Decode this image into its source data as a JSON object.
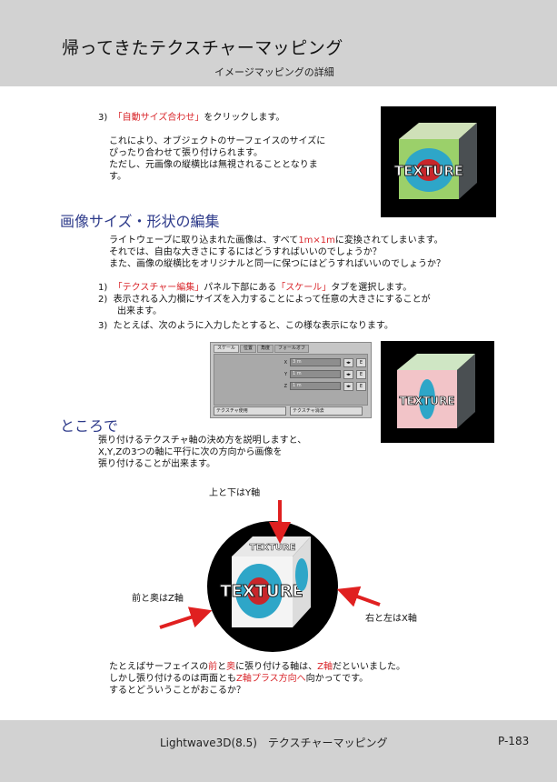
{
  "header": {
    "title": "帰ってきたテクスチャーマッピング",
    "subtitle": "イメージマッピングの詳細"
  },
  "section1": {
    "step3_num": "3)",
    "step3_red": "「自動サイズ合わせ」",
    "step3_rest": "をクリックします。",
    "para": [
      "これにより、オブジェクトのサーフェイスのサイズに",
      "ぴったり合わせて張り付けられます。",
      "ただし、元画像の縦横比は無視されることとなりま",
      "す。"
    ]
  },
  "section2": {
    "heading": "画像サイズ・形状の編集",
    "intro1_a": "ライトウェーブに取り込まれた画像は、すべて",
    "intro1_red": "1m×1m",
    "intro1_b": "に変換されてしまいます。",
    "intro2": "それでは、自由な大きさにするにはどうすればいいのでしょうか？",
    "intro3": "また、画像の縦横比をオリジナルと同一に保つにはどうすればいいのでしょうか？",
    "step1_num": "1)",
    "step1_red1": "「テクスチャー編集」",
    "step1_mid": "パネル下部にある",
    "step1_red2": "「スケール」",
    "step1_end": "タブを選択します。",
    "step2_num": "2)",
    "step2_a": "表示される入力欄にサイズを入力することによって任意の大きさにすることが",
    "step2_b": "出来ます。",
    "step3_num": "3)",
    "step3": "たとえば、次のように入力したとすると、この様な表示になります。"
  },
  "settings_panel": {
    "tabs": [
      "スケール",
      "位置",
      "角度",
      "フォールオフ"
    ],
    "rows": [
      {
        "axis": "X",
        "value": "3 m"
      },
      {
        "axis": "Y",
        "value": "1 m"
      },
      {
        "axis": "Z",
        "value": "1 m"
      }
    ],
    "arrow_btn": "◂▸",
    "e_btn": "E",
    "buttons": [
      "テクスチャ使用",
      "テクスチャ消去"
    ]
  },
  "section3": {
    "heading": "ところで",
    "para": [
      "張り付けるテクスチャ軸の決め方を説明しますと、",
      "X,Y,Zの3つの軸に平行に次の方向から画像を",
      "張り付けることが出来ます。"
    ]
  },
  "diagram": {
    "label_top": "上と下はY軸",
    "label_left": "前と奥はZ軸",
    "label_right": "右と左はX軸",
    "texture_text": "TEXTURE",
    "arrow_color": "#e02020"
  },
  "closing": {
    "line1_a": "たとえばサーフェイスの",
    "line1_red1": "前",
    "line1_b": "と",
    "line1_red2": "奥",
    "line1_c": "に張り付ける軸は、",
    "line1_red3": "Z軸",
    "line1_d": "だといいました。",
    "line2_a": "しかし張り付けるのは両面とも",
    "line2_red": "Z軸プラス方向へ",
    "line2_b": "向かってです。",
    "line3": "するとどういうことがおこるか？"
  },
  "footer": {
    "text": "Lightwave3D(8.5)　テクスチャーマッピング",
    "page": "P-183"
  }
}
